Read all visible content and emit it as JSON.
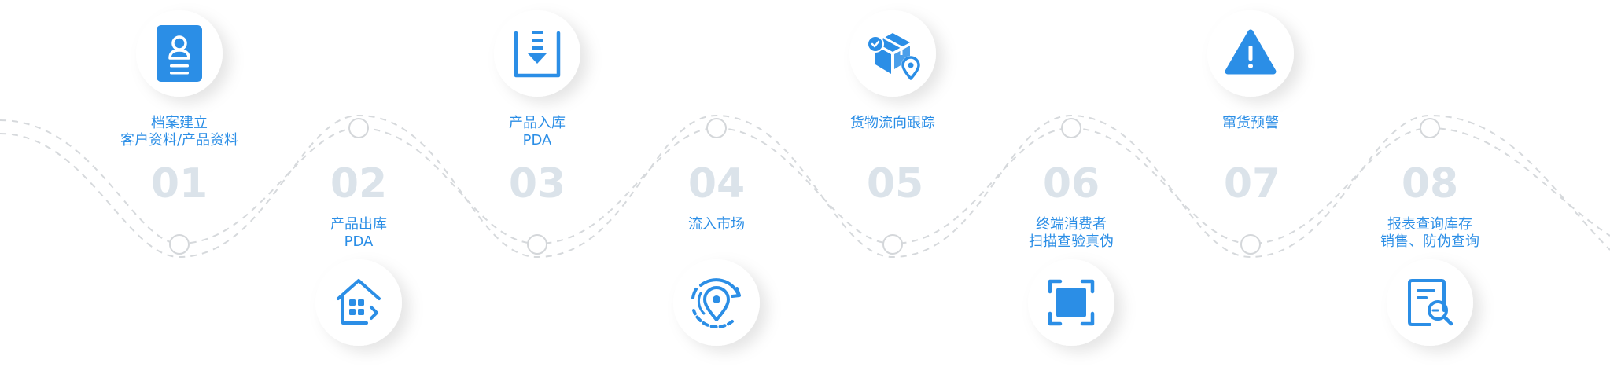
{
  "colors": {
    "accent": "#2b8ee6",
    "number": "#dbe3ea",
    "wave": "#d6d9dc"
  },
  "steps": [
    {
      "number": "01",
      "line1": "档案建立",
      "line2": "客户资料/产品资料",
      "icon": "profile-card-icon"
    },
    {
      "number": "02",
      "line1": "产品出库",
      "line2": "PDA",
      "icon": "warehouse-out-icon"
    },
    {
      "number": "03",
      "line1": "产品入库",
      "line2": "PDA",
      "icon": "inbox-download-icon"
    },
    {
      "number": "04",
      "line1": "流入市场",
      "line2": "",
      "icon": "location-flow-icon"
    },
    {
      "number": "05",
      "line1": "货物流向跟踪",
      "line2": "",
      "icon": "package-tracking-icon"
    },
    {
      "number": "06",
      "line1": "终端消费者",
      "line2": "扫描查验真伪",
      "icon": "scan-frame-icon"
    },
    {
      "number": "07",
      "line1": "窜货预警",
      "line2": "",
      "icon": "warning-icon"
    },
    {
      "number": "08",
      "line1": "报表查询库存",
      "line2": "销售、防伪查询",
      "icon": "report-search-icon"
    }
  ]
}
